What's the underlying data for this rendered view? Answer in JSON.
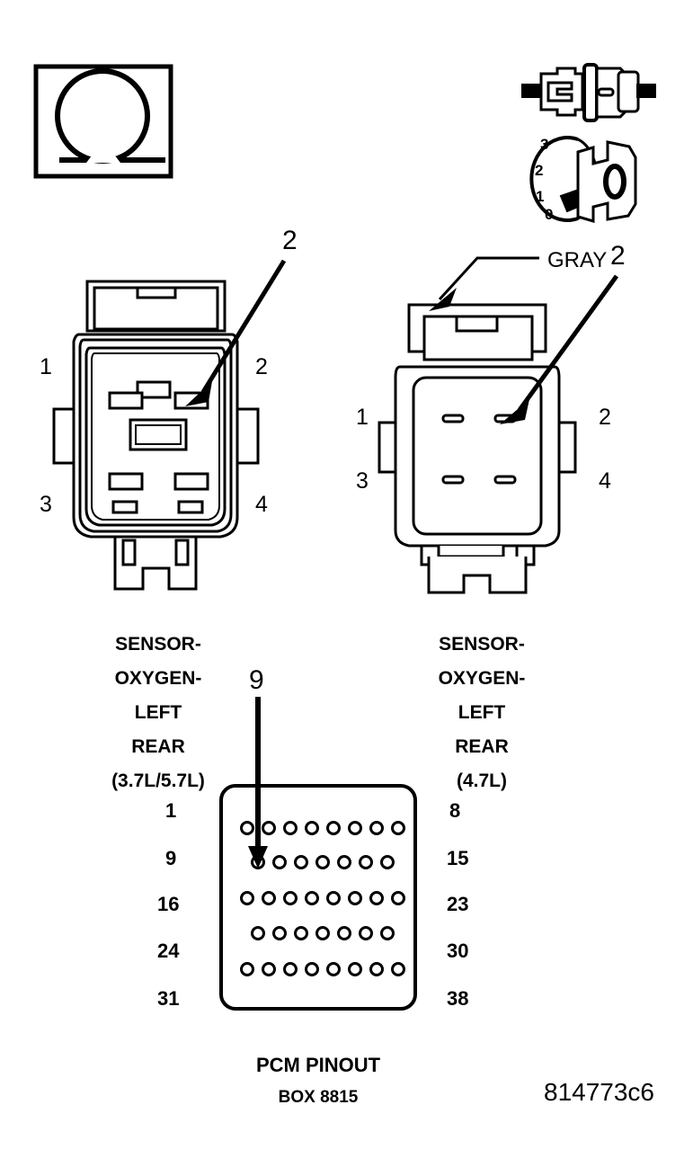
{
  "diagram": {
    "reference_code": "814773c6",
    "symbols": {
      "ohm_box": {
        "name": "ohm-symbol",
        "glyph": "Ω"
      },
      "connector_plug": {
        "name": "connector-plug-icon"
      },
      "ignition_key": {
        "name": "ignition-key-icon",
        "key_face_label": "0",
        "positions": [
          "3",
          "2",
          "1",
          "0"
        ]
      }
    },
    "connectors": [
      {
        "id": "left",
        "title_lines": [
          "SENSOR-",
          "OXYGEN-",
          "LEFT",
          "REAR",
          "(3.7L/5.7L)"
        ],
        "pin_labels": {
          "top_left": "1",
          "top_right": "2",
          "bottom_left": "3",
          "bottom_right": "4"
        },
        "callout": "2"
      },
      {
        "id": "right",
        "title_lines": [
          "SENSOR-",
          "OXYGEN-",
          "LEFT",
          "REAR",
          "(4.7L)"
        ],
        "pin_labels": {
          "top_left": "1",
          "top_right": "2",
          "bottom_left": "3",
          "bottom_right": "4"
        },
        "callout": "2",
        "color_callout": "GRAY"
      }
    ],
    "pinout": {
      "title": "PCM PINOUT",
      "subtitle": "BOX 8815",
      "callout": "9",
      "left_numbers": [
        "1",
        "9",
        "16",
        "24",
        "31"
      ],
      "right_numbers": [
        "8",
        "15",
        "23",
        "30",
        "38"
      ],
      "row_pin_counts": [
        8,
        7,
        8,
        7,
        8
      ]
    }
  }
}
